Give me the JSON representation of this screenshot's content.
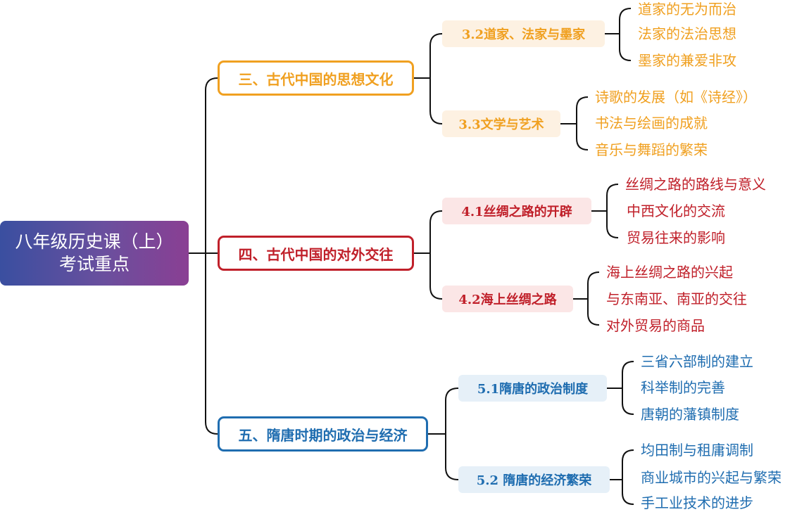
{
  "root": {
    "line1": "八年级历史课（上）",
    "line2": "考试重点"
  },
  "colors": {
    "orange": "#f0a020",
    "red": "#c0202a",
    "blue": "#1f6db0",
    "line": "#111111"
  },
  "sections": [
    {
      "title": "三、古代中国的思想文化",
      "subtopics": [
        {
          "label": "3.2道家、法家与墨家",
          "items": [
            "道家的无为而治",
            "法家的法治思想",
            "墨家的兼爱非攻"
          ]
        },
        {
          "label": "3.3文学与艺术",
          "items": [
            "诗歌的发展（如《诗经》）",
            "书法与绘画的成就",
            "音乐与舞蹈的繁荣"
          ]
        }
      ]
    },
    {
      "title": "四、古代中国的对外交往",
      "subtopics": [
        {
          "label": "4.1丝绸之路的开辟",
          "items": [
            "丝绸之路的路线与意义",
            "中西文化的交流",
            "贸易往来的影响"
          ]
        },
        {
          "label": "4.2海上丝绸之路",
          "items": [
            "海上丝绸之路的兴起",
            "与东南亚、南亚的交往",
            "对外贸易的商品"
          ]
        }
      ]
    },
    {
      "title": "五、隋唐时期的政治与经济",
      "subtopics": [
        {
          "label": "5.1隋唐的政治制度",
          "items": [
            "三省六部制的建立",
            "科举制的完善",
            "唐朝的藩镇制度"
          ]
        },
        {
          "label": "5.2 隋唐的经济繁荣",
          "items": [
            "均田制与租庸调制",
            "商业城市的兴起与繁荣",
            "手工业技术的进步"
          ]
        }
      ]
    }
  ]
}
